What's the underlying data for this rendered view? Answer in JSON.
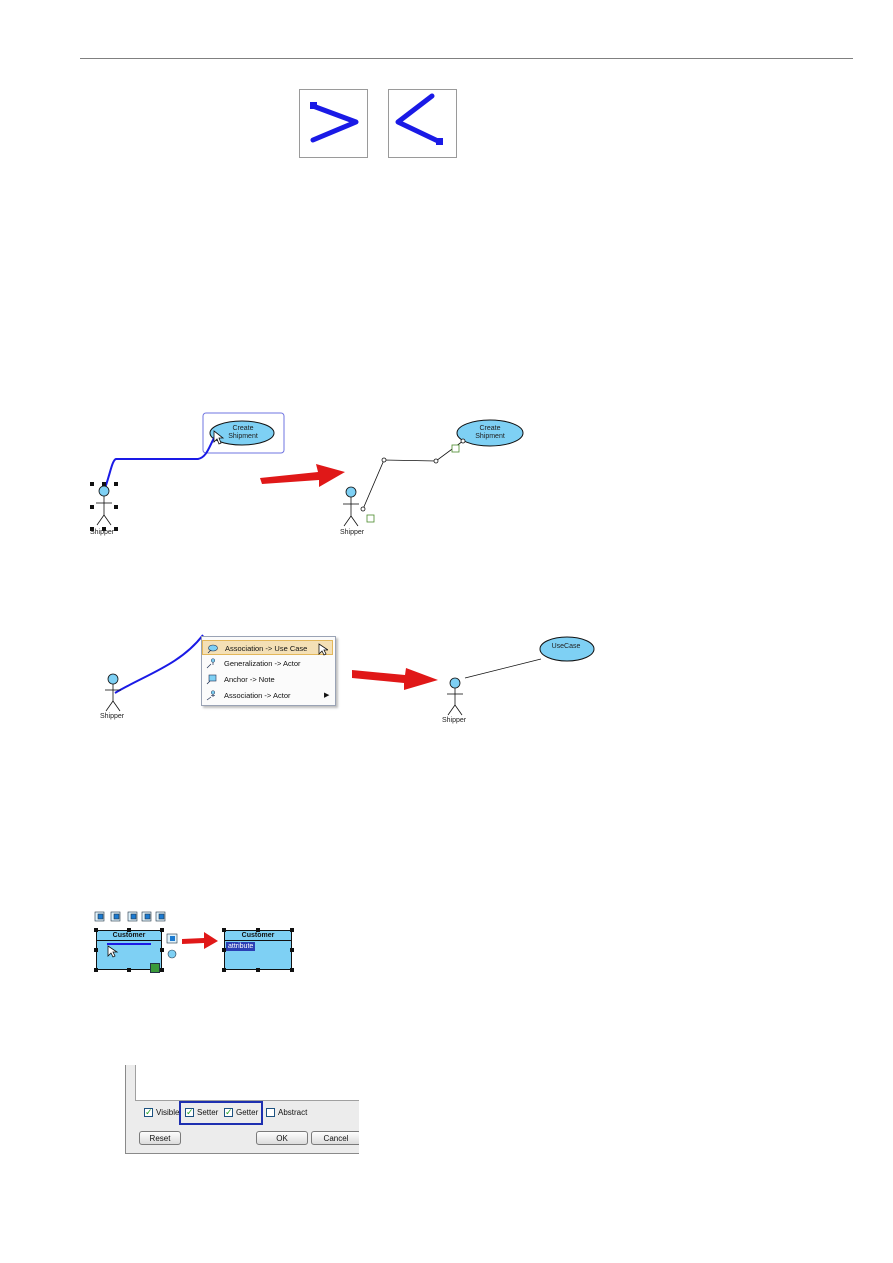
{
  "colors": {
    "accent_blue": "#1a1ae6",
    "use_case_fill": "#7ed0f4",
    "arrow_red": "#e01818",
    "highlight_blue": "#1d2fb0"
  },
  "figure1": {
    "icons": [
      "chevron-right-icon",
      "chevron-left-icon"
    ]
  },
  "figure2": {
    "left": {
      "use_case_label": "Create\nShipment",
      "use_case_line1": "Create",
      "use_case_line2": "Shipment",
      "actor_label": "Shipper"
    },
    "right": {
      "use_case_line1": "Create",
      "use_case_line2": "Shipment",
      "actor_label": "Shipper"
    }
  },
  "figure3": {
    "left_actor_label": "Shipper",
    "menu": [
      {
        "label": "Association -> Use Case",
        "icon": "use-case-icon",
        "highlighted": true
      },
      {
        "label": "Generalization -> Actor",
        "icon": "generalization-icon"
      },
      {
        "label": "Anchor -> Note",
        "icon": "note-icon"
      },
      {
        "label": "Association -> Actor",
        "icon": "actor-icon",
        "submenu": true
      }
    ],
    "right_use_case_label": "UseCase",
    "right_actor_label": "Shipper"
  },
  "figure4": {
    "left_class_name": "Customer",
    "right_class_name": "Customer",
    "attribute_text": "attribute"
  },
  "figure5": {
    "checkboxes": [
      {
        "label": "Visible",
        "checked": true
      },
      {
        "label": "Setter",
        "checked": true
      },
      {
        "label": "Getter",
        "checked": true
      },
      {
        "label": "Abstract",
        "checked": false
      }
    ],
    "buttons": {
      "reset": "Reset",
      "ok": "OK",
      "cancel": "Cancel"
    }
  }
}
